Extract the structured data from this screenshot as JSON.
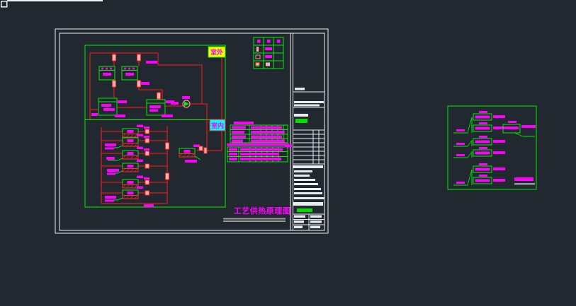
{
  "window": {
    "description": "CAD model-space viewport with dark background",
    "background": "#212830"
  },
  "drawing": {
    "title": "工艺供热原理图",
    "outdoor_label": "室外",
    "indoor_label": "室内"
  },
  "colors": {
    "background": "#212830",
    "frame_white": "#eef2f2",
    "border_green": "#00ee00",
    "pipe_red": "#ff1a1a",
    "annotation_magenta": "#ff00ff",
    "outdoor_fill_yellow": "#ffff00",
    "indoor_fill_cyan": "#00ffff",
    "valve_pink": "#ffb0b0",
    "underline_gray": "#9a9a9a",
    "titleblock_highlight_green": "#00dd00"
  }
}
